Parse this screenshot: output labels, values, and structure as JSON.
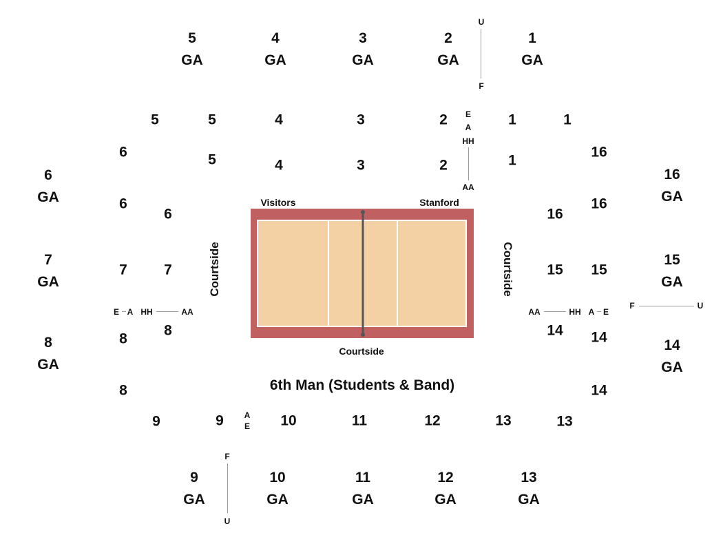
{
  "upper_sections": [
    {
      "id": "5-ga-top",
      "number": "5",
      "label": "GA"
    },
    {
      "id": "4-ga-top",
      "number": "4",
      "label": "GA"
    },
    {
      "id": "3-ga-top",
      "number": "3",
      "label": "GA"
    },
    {
      "id": "2-ga-top",
      "number": "2",
      "label": "GA"
    },
    {
      "id": "1-ga-top",
      "number": "1",
      "label": "GA"
    },
    {
      "id": "6-ga-left",
      "number": "6",
      "label": "GA"
    },
    {
      "id": "7-ga-left",
      "number": "7",
      "label": "GA"
    },
    {
      "id": "8-ga-left",
      "number": "8",
      "label": "GA"
    },
    {
      "id": "16-ga-right",
      "number": "16",
      "label": "GA"
    },
    {
      "id": "15-ga-right",
      "number": "15",
      "label": "GA"
    },
    {
      "id": "14-ga-right",
      "number": "14",
      "label": "GA"
    },
    {
      "id": "9-ga-bottom",
      "number": "9",
      "label": "GA"
    },
    {
      "id": "10-ga-bottom",
      "number": "10",
      "label": "GA"
    },
    {
      "id": "11-ga-bottom",
      "number": "11",
      "label": "GA"
    },
    {
      "id": "12-ga-bottom",
      "number": "12",
      "label": "GA"
    },
    {
      "id": "13-ga-bottom",
      "number": "13",
      "label": "GA"
    }
  ],
  "lower_sections": [
    "5",
    "5",
    "4",
    "3",
    "2",
    "1",
    "1",
    "5",
    "4",
    "3",
    "2",
    "1",
    "6",
    "6",
    "6",
    "7",
    "7",
    "8",
    "8",
    "8",
    "16",
    "16",
    "16",
    "15",
    "15",
    "14",
    "14",
    "14",
    "9",
    "9",
    "10",
    "11",
    "12",
    "13",
    "13"
  ],
  "row_markers": {
    "top_right_upper": "U",
    "top_right_lower": "F",
    "top_right_e": "E",
    "top_right_a": "A",
    "top_right_hh": "HH",
    "top_right_aa": "AA",
    "left_e": "E",
    "left_a": "A",
    "left_hh": "HH",
    "left_aa": "AA",
    "right_aa": "AA",
    "right_hh": "HH",
    "right_a": "A",
    "right_e": "E",
    "right_f": "F",
    "right_u": "U",
    "bottom_a": "A",
    "bottom_e": "E",
    "bottom_f": "F",
    "bottom_u": "U"
  },
  "court": {
    "visitors_label": "Visitors",
    "home_label": "Stanford",
    "courtside_bottom": "Courtside",
    "courtside_left": "Courtside",
    "courtside_right": "Courtside",
    "floor_color": "#f3d1a5",
    "border_color": "#c06060"
  },
  "student_section": "6th Man (Students & Band)"
}
